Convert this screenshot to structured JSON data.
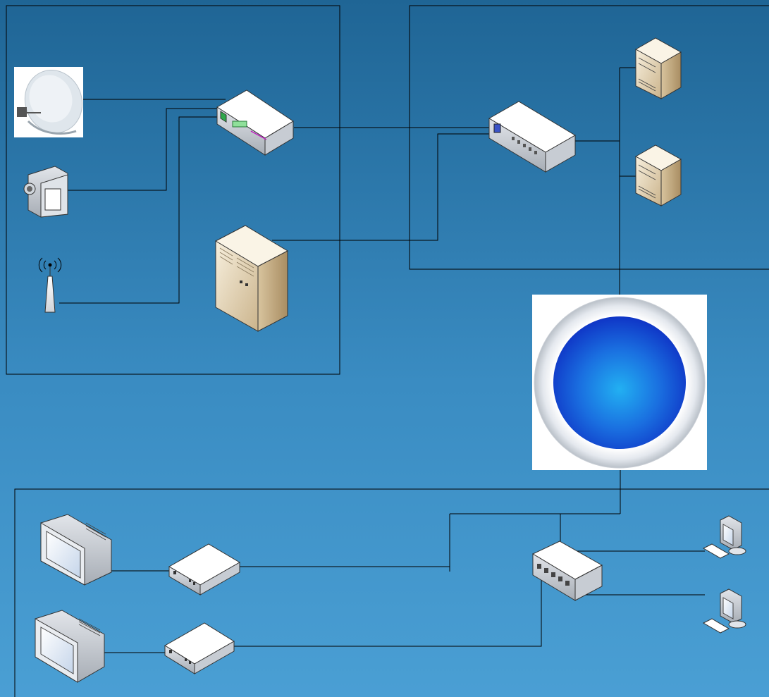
{
  "diagram": {
    "title": "",
    "nodes": [
      {
        "id": "satellite-dish",
        "icon": "satellite-dish-icon"
      },
      {
        "id": "video-camera",
        "icon": "video-camera-icon"
      },
      {
        "id": "wireless-antenna",
        "icon": "wireless-antenna-icon"
      },
      {
        "id": "satellite-receiver",
        "icon": "receiver-icon"
      },
      {
        "id": "media-server",
        "icon": "server-tower-icon"
      },
      {
        "id": "network-switch",
        "icon": "switch-icon"
      },
      {
        "id": "server-1",
        "icon": "server-icon"
      },
      {
        "id": "server-2",
        "icon": "server-icon"
      },
      {
        "id": "network-cloud",
        "icon": "network-sphere-icon"
      },
      {
        "id": "hub",
        "icon": "hub-icon"
      },
      {
        "id": "tv-1",
        "icon": "crt-monitor-icon"
      },
      {
        "id": "tv-2",
        "icon": "crt-monitor-icon"
      },
      {
        "id": "set-top-box-1",
        "icon": "set-top-box-icon"
      },
      {
        "id": "set-top-box-2",
        "icon": "set-top-box-icon"
      },
      {
        "id": "pc-1",
        "icon": "pc-icon"
      },
      {
        "id": "pc-2",
        "icon": "pc-icon"
      }
    ],
    "edges": [
      [
        "satellite-dish",
        "satellite-receiver"
      ],
      [
        "video-camera",
        "satellite-receiver"
      ],
      [
        "wireless-antenna",
        "satellite-receiver"
      ],
      [
        "satellite-receiver",
        "network-switch"
      ],
      [
        "media-server",
        "network-switch"
      ],
      [
        "network-switch",
        "server-1"
      ],
      [
        "network-switch",
        "server-2"
      ],
      [
        "network-switch",
        "network-cloud"
      ],
      [
        "network-cloud",
        "hub"
      ],
      [
        "network-cloud",
        "set-top-box-1"
      ],
      [
        "hub",
        "set-top-box-2"
      ],
      [
        "hub",
        "pc-1"
      ],
      [
        "hub",
        "pc-2"
      ],
      [
        "set-top-box-1",
        "tv-1"
      ],
      [
        "set-top-box-2",
        "tv-2"
      ]
    ],
    "groups": [
      {
        "id": "headend-group"
      },
      {
        "id": "core-group"
      },
      {
        "id": "subscriber-group"
      }
    ]
  }
}
